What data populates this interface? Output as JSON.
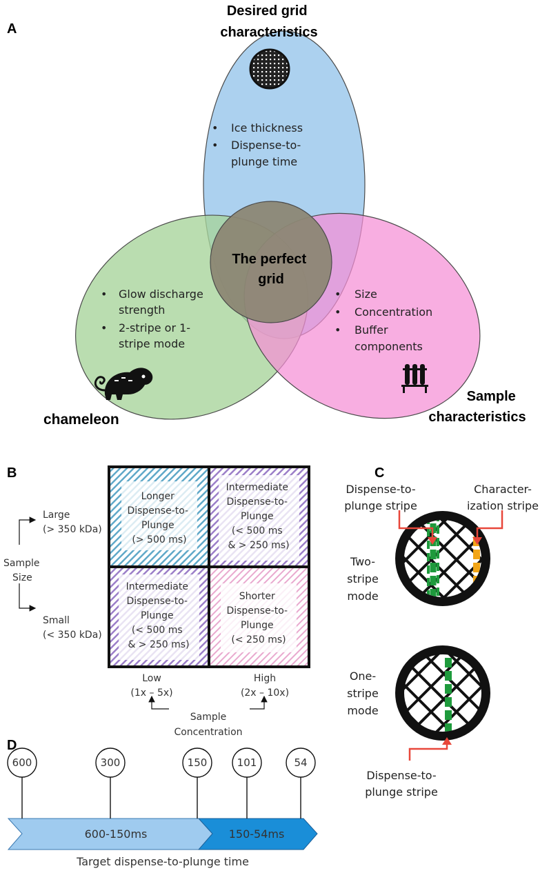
{
  "panelA": {
    "letter": "A",
    "title_line1": "Desired grid",
    "title_line2": "characteristics",
    "grid_bullets": [
      "Ice thickness",
      "Dispense-to-",
      "plunge time"
    ],
    "center_line1": "The perfect",
    "center_line2": "grid",
    "chameleon_bullets": [
      "Glow discharge",
      "strength",
      "2-stripe or 1-",
      "stripe mode"
    ],
    "chameleon_label": "chameleon",
    "sample_bullets": [
      "Size",
      "Concentration",
      "Buffer",
      "components"
    ],
    "sample_label_line1": "Sample",
    "sample_label_line2": "characteristics",
    "colors": {
      "grid": "#9ec9ec",
      "chameleon": "#a6d49a",
      "sample": "#f58fd5",
      "center": "#8c8774"
    }
  },
  "panelB": {
    "letter": "B",
    "cells": {
      "tl": [
        "Longer",
        "Dispense-to-",
        "Plunge",
        "(> 500 ms)"
      ],
      "tr": [
        "Intermediate",
        "Dispense-to-",
        "Plunge",
        "(< 500 ms",
        "& > 250 ms)"
      ],
      "bl": [
        "Intermediate",
        "Dispense-to-",
        "Plunge",
        "(< 500 ms",
        "& > 250 ms)"
      ],
      "br": [
        "Shorter",
        "Dispense-to-",
        "Plunge",
        "(< 250 ms)"
      ]
    },
    "size_large": "Large",
    "size_large_range": "(> 350 kDa)",
    "size_small": "Small",
    "size_small_range": "(< 350 kDa)",
    "size_axis_line1": "Sample",
    "size_axis_line2": "Size",
    "conc_low": "Low",
    "conc_low_range": "(1x – 5x)",
    "conc_high": "High",
    "conc_high_range": "(2x – 10x)",
    "conc_axis_line1": "Sample",
    "conc_axis_line2": "Concentration",
    "colors": {
      "tl": "#5fa8c8",
      "tr": "#9b7ec8",
      "bl": "#9b7ec8",
      "br": "#e39ac4"
    }
  },
  "panelC": {
    "letter": "C",
    "dispense_label_line1": "Dispense-to-",
    "dispense_label_line2": "plunge stripe",
    "char_label_line1": "Character-",
    "char_label_line2": "ization stripe",
    "two_stripe_line1": "Two-",
    "two_stripe_line2": "stripe",
    "two_stripe_line3": "mode",
    "one_stripe_line1": "One-",
    "one_stripe_line2": "stripe",
    "one_stripe_line3": "mode",
    "bottom_label_line1": "Dispense-to-",
    "bottom_label_line2": "plunge stripe",
    "colors": {
      "dispense_stripe": "#1e9a3c",
      "char_stripe": "#f2a516",
      "arrow": "#e8473a"
    }
  },
  "panelD": {
    "letter": "D",
    "pins": [
      "600",
      "300",
      "150",
      "101",
      "54"
    ],
    "segment1": "600-150ms",
    "segment2": "150-54ms",
    "caption": "Target dispense-to-plunge time",
    "colors": {
      "segment1": "#9fcbef",
      "segment2": "#1a8ed8"
    }
  }
}
